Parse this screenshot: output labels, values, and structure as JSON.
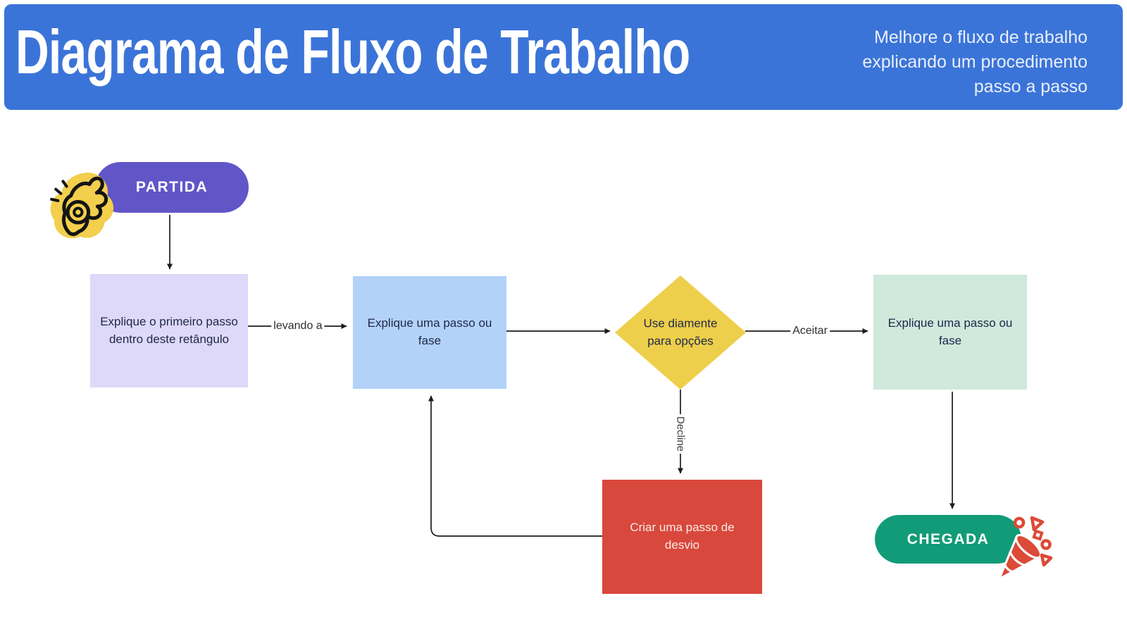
{
  "header": {
    "title": "Diagrama de Fluxo de Trabalho",
    "subtitle_lines": [
      "Melhore o fluxo de trabalho",
      "explicando um procedimento",
      "passo a passo"
    ],
    "bg_color": "#3b74d8"
  },
  "flow": {
    "start": {
      "label": "PARTIDA",
      "color": "#6156c8",
      "shape": "pill"
    },
    "step1": {
      "label": "Explique o primeiro passo dentro deste retângulo",
      "color": "#ded9f8",
      "shape": "rect"
    },
    "step2": {
      "label": "Explique uma passo ou fase",
      "color": "#b3d2f8",
      "shape": "rect"
    },
    "decision": {
      "label": "Use diamente para opções",
      "color": "#eecf4b",
      "shape": "diamond"
    },
    "step3": {
      "label": "Explique uma passo ou fase",
      "color": "#cfe9dc",
      "shape": "rect"
    },
    "detour": {
      "label": "Criar uma passo de desvio",
      "color": "#d9483c",
      "shape": "rect"
    },
    "end": {
      "label": "CHEGADA",
      "color": "#129b78",
      "shape": "pill"
    },
    "edge_labels": {
      "leading": "levando a",
      "accept": "Aceitar",
      "decline": "Decline"
    }
  },
  "icons": {
    "start": "ok-hand-icon",
    "end": "party-popper-icon"
  },
  "colors": {
    "header_bg": "#3b74d8",
    "line": "#1c1c1c",
    "node_text": "#20294a",
    "detour_text": "#f8ece7",
    "icon_yellow": "#f2cf4c",
    "icon_red": "#dc4a38"
  }
}
